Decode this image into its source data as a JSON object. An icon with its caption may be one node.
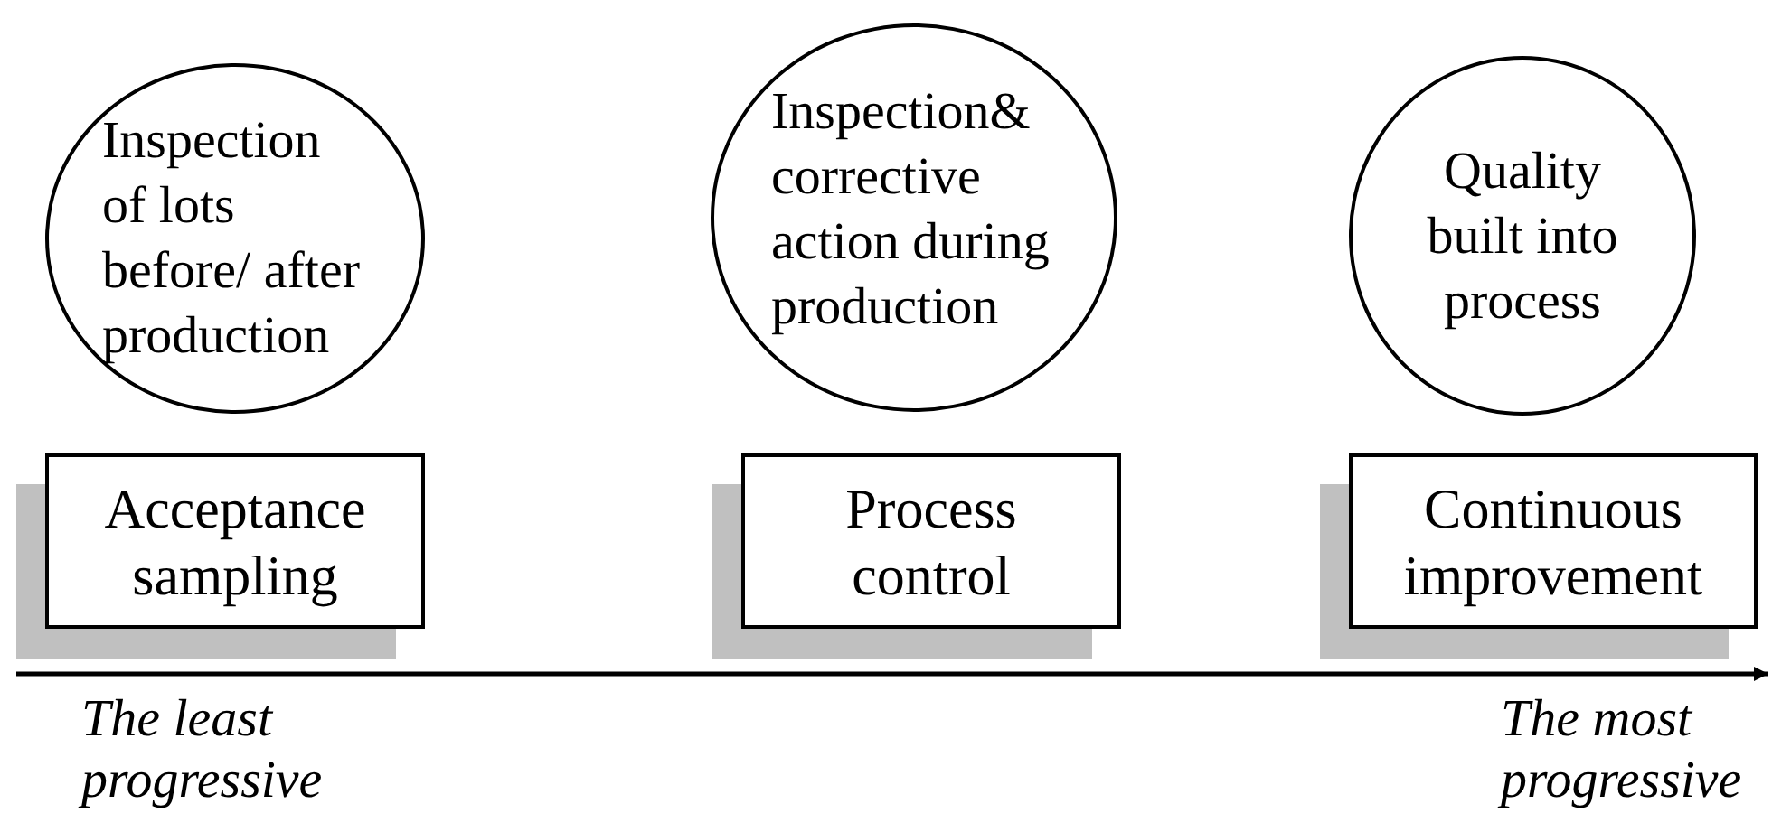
{
  "diagram": {
    "nodes": [
      {
        "text": [
          "Inspection of lots before/ after production"
        ]
      },
      {
        "text": [
          "Inspection& corrective action during production"
        ]
      },
      {
        "text": [
          "Quality built into process"
        ]
      },
      {
        "text": [
          "Acceptance sampling"
        ]
      },
      {
        "text": [
          "Process control"
        ]
      },
      {
        "text": [
          "Continuous improvement"
        ]
      }
    ],
    "labels": [
      "The least progressive",
      "The most progressive"
    ]
  }
}
